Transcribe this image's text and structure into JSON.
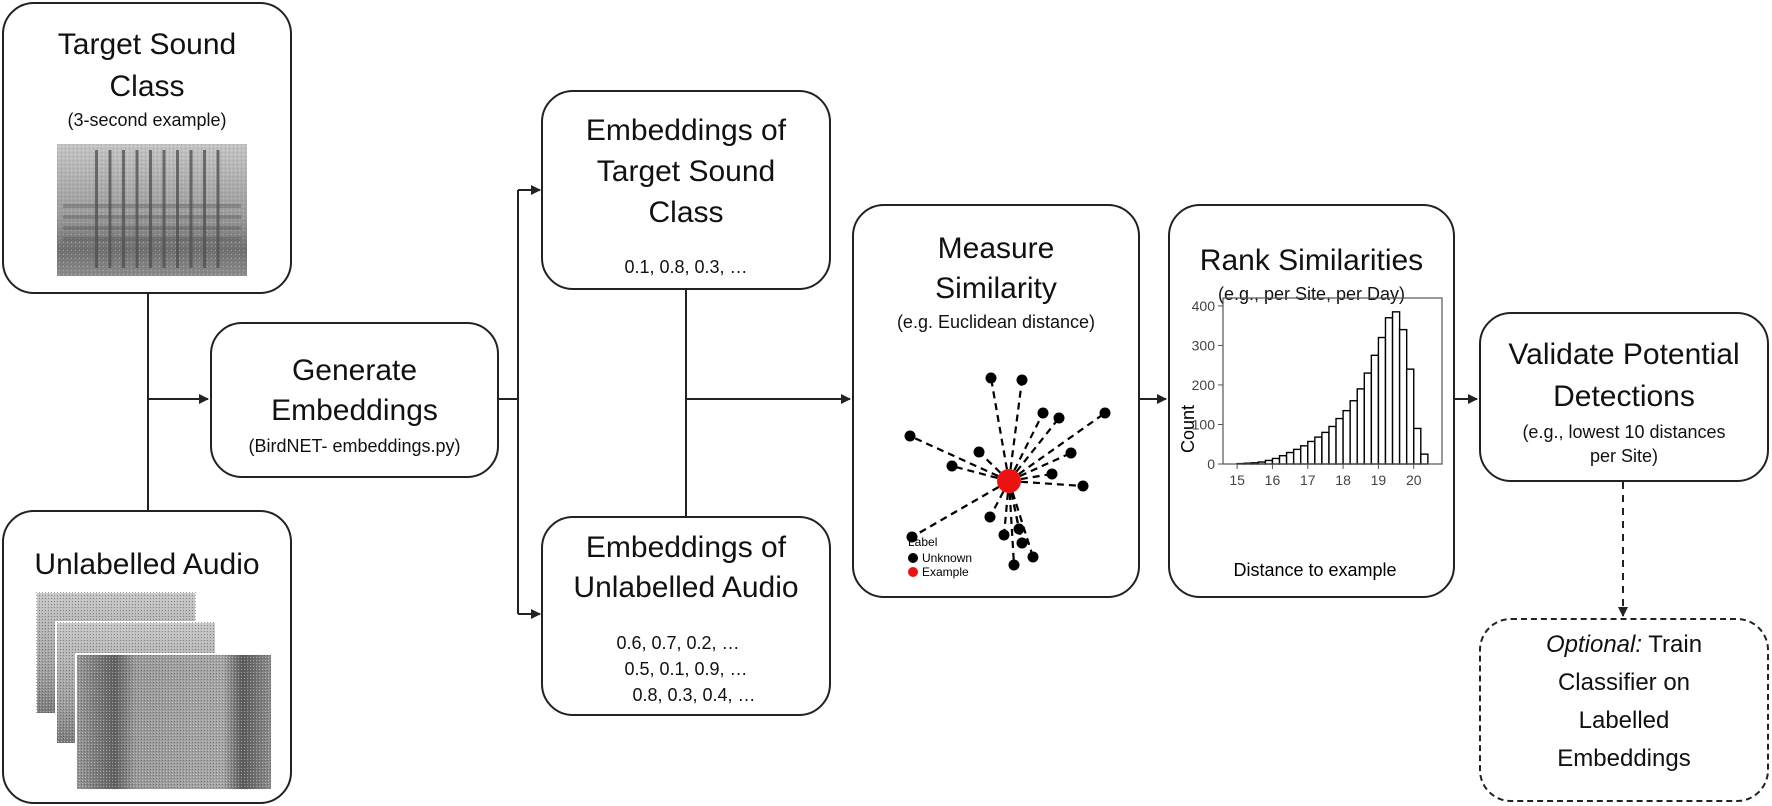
{
  "nodes": {
    "target": {
      "title_lines": [
        "Target Sound",
        "Class"
      ],
      "subtitle": "(3-second example)"
    },
    "unlabelled": {
      "title": "Unlabelled Audio"
    },
    "generate": {
      "title_lines": [
        "Generate",
        "Embeddings"
      ],
      "subtitle": "(BirdNET- embeddings.py)"
    },
    "emb_target": {
      "title_lines": [
        "Embeddings of",
        "Target Sound",
        "Class"
      ],
      "values": "0.1, 0.8, 0.3, …"
    },
    "emb_unlabelled": {
      "title_lines": [
        "Embeddings of",
        "Unlabelled Audio"
      ],
      "value_lines": [
        "0.6, 0.7, 0.2, …",
        "0.5, 0.1, 0.9, …",
        "0.8, 0.3, 0.4, …"
      ]
    },
    "measure": {
      "title_lines": [
        "Measure",
        "Similarity"
      ],
      "subtitle": "(e.g. Euclidean distance)",
      "legend": {
        "title": "Label",
        "items": [
          {
            "label": "Unknown",
            "color": "#000000"
          },
          {
            "label": "Example",
            "color": "#ee1111"
          }
        ]
      }
    },
    "rank": {
      "title": "Rank Similarities",
      "subtitle": "(e.g., per Site, per Day)"
    },
    "validate": {
      "title_lines": [
        "Validate Potential",
        "Detections"
      ],
      "subtitle_lines": [
        "(e.g., lowest 10 distances",
        "per Site)"
      ]
    },
    "optional": {
      "emphasis": "Optional:",
      "title_first_rest": "Train",
      "title_lines": [
        "Classifier on",
        "Labelled",
        "Embeddings"
      ]
    }
  },
  "chart_data": {
    "type": "bar",
    "xlabel": "Distance to example",
    "ylabel": "Count",
    "xlim": [
      14.6,
      20.8
    ],
    "ylim": [
      0,
      420
    ],
    "xticks": [
      15,
      16,
      17,
      18,
      19,
      20
    ],
    "yticks": [
      0,
      100,
      200,
      300,
      400
    ],
    "bin_width": 0.2,
    "bin_starts": [
      15.0,
      15.2,
      15.4,
      15.6,
      15.8,
      16.0,
      16.2,
      16.4,
      16.6,
      16.8,
      17.0,
      17.2,
      17.4,
      17.6,
      17.8,
      18.0,
      18.2,
      18.4,
      18.6,
      18.8,
      19.0,
      19.2,
      19.4,
      19.6,
      19.8,
      20.0,
      20.2
    ],
    "values": [
      1,
      2,
      3,
      5,
      9,
      14,
      21,
      29,
      37,
      46,
      57,
      68,
      80,
      95,
      115,
      135,
      160,
      190,
      230,
      275,
      320,
      370,
      385,
      340,
      240,
      90,
      25
    ]
  },
  "colors": {
    "accent_example": "#ee1111",
    "line": "#222222"
  }
}
